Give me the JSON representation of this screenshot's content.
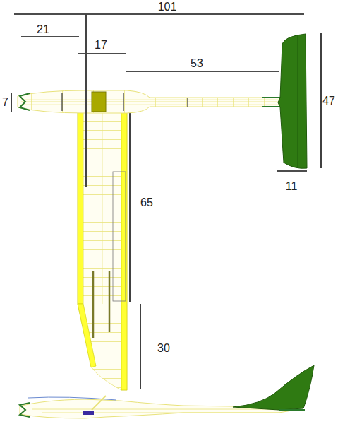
{
  "diagram": {
    "labels": [
      "101",
      "21",
      "17",
      "53",
      "7",
      "47",
      "11",
      "65",
      "30"
    ]
  }
}
